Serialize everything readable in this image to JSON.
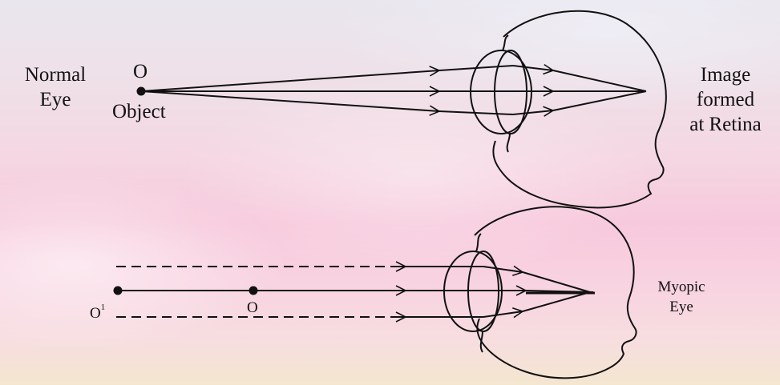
{
  "top": {
    "left_label_line1": "Normal",
    "left_label_line2": "Eye",
    "point_label": "O",
    "object_label": "Object",
    "right_label_line1": "Image",
    "right_label_line2": "formed",
    "right_label_line3": "at Retina"
  },
  "bottom": {
    "far_point_label": "O",
    "far_point_superscript": "1",
    "point_label": "O",
    "right_label_line1": "Myopic",
    "right_label_line2": "Eye"
  }
}
